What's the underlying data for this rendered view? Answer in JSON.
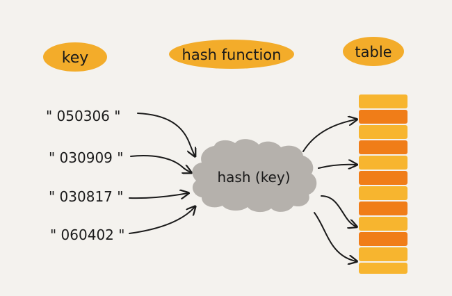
{
  "headers": {
    "key": "key",
    "hash_function": "hash function",
    "table": "table"
  },
  "keys": [
    "\" 050306 \"",
    "\" 030909 \"",
    "\" 030817 \"",
    "\" 060402 \""
  ],
  "hash_label": "hash (key)",
  "colors": {
    "background": "#f4f2ee",
    "pill": "#f3ac2a",
    "cloud": "#b5b1ac",
    "slot_light": "#f7b52f",
    "slot_dark": "#f07d18",
    "stroke": "#1a1a1a"
  }
}
